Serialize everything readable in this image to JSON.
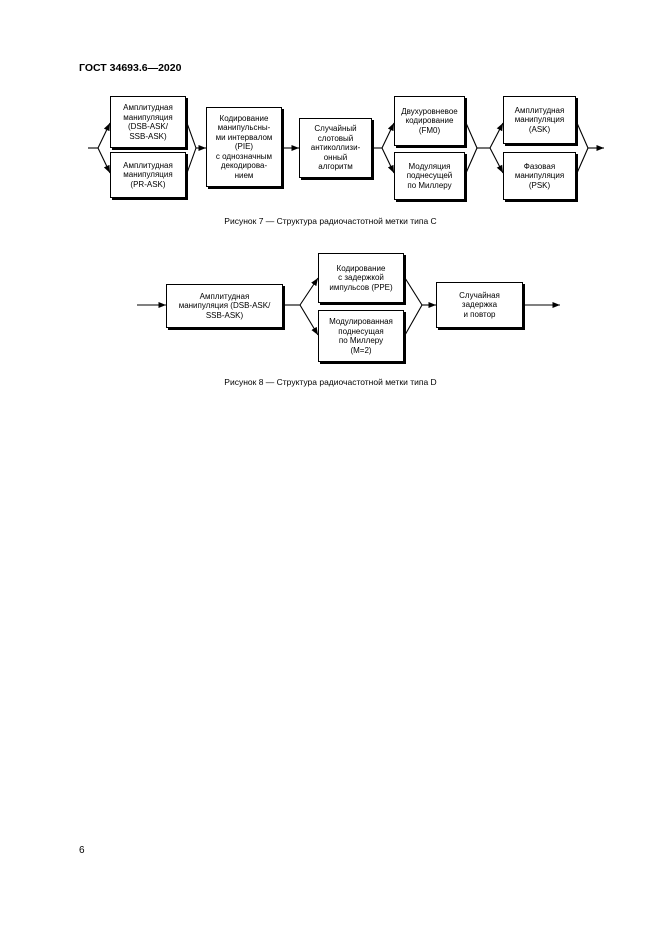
{
  "header": "ГОСТ 34693.6—2020",
  "page_number": "6",
  "figure7": {
    "caption": "Рисунок 7 — Структура радиочастотной метки типа C",
    "boxes": {
      "amp_dsb": "Амплитудная\nманипуляция\n(DSB-ASK/\nSSB-ASK)",
      "amp_pr": "Амплитудная\nманипуляция\n(PR-ASK)",
      "pie": "Кодирование\nманипульсны-\nми интервалом\n(PIE)\nс однозначным\nдекодирова-\nнием",
      "random_slot": "Случайный\nслотовый\nантиколлизи-\nонный\nалгоритм",
      "fm0": "Двухуровневое\nкодирование\n(FM0)",
      "miller": "Модуляция\nподнесущей\nпо Миллеру",
      "ask": "Амплитудная\nманипуляция\n(ASK)",
      "psk": "Фазовая\nманипуляция\n(PSK)"
    }
  },
  "figure8": {
    "caption": "Рисунок 8 — Структура радиочастотной метки типа D",
    "boxes": {
      "amp": "Амплитудная\nманипуляция (DSB-ASK/\nSSB-ASK)",
      "ppe": "Кодирование\nс задержкой\nимпульсов (PPE)",
      "miller": "Модулированная\nподнесущая\nпо Миллеру\n(M=2)",
      "random_delay": "Случайная\nзадержка\nи повтор"
    }
  }
}
